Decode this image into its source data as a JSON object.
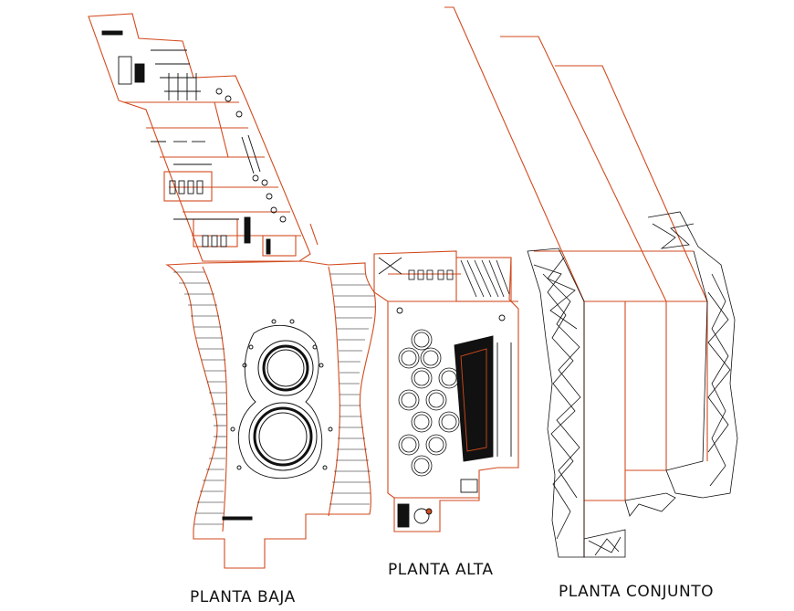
{
  "labels": {
    "planta_baja": "PLANTA BAJA",
    "planta_alta": "PLANTA ALTA",
    "planta_conjunto": "PLANTA CONJUNTO"
  },
  "colors": {
    "wall": "#d24a1e",
    "line": "#111111",
    "background": "#ffffff"
  }
}
